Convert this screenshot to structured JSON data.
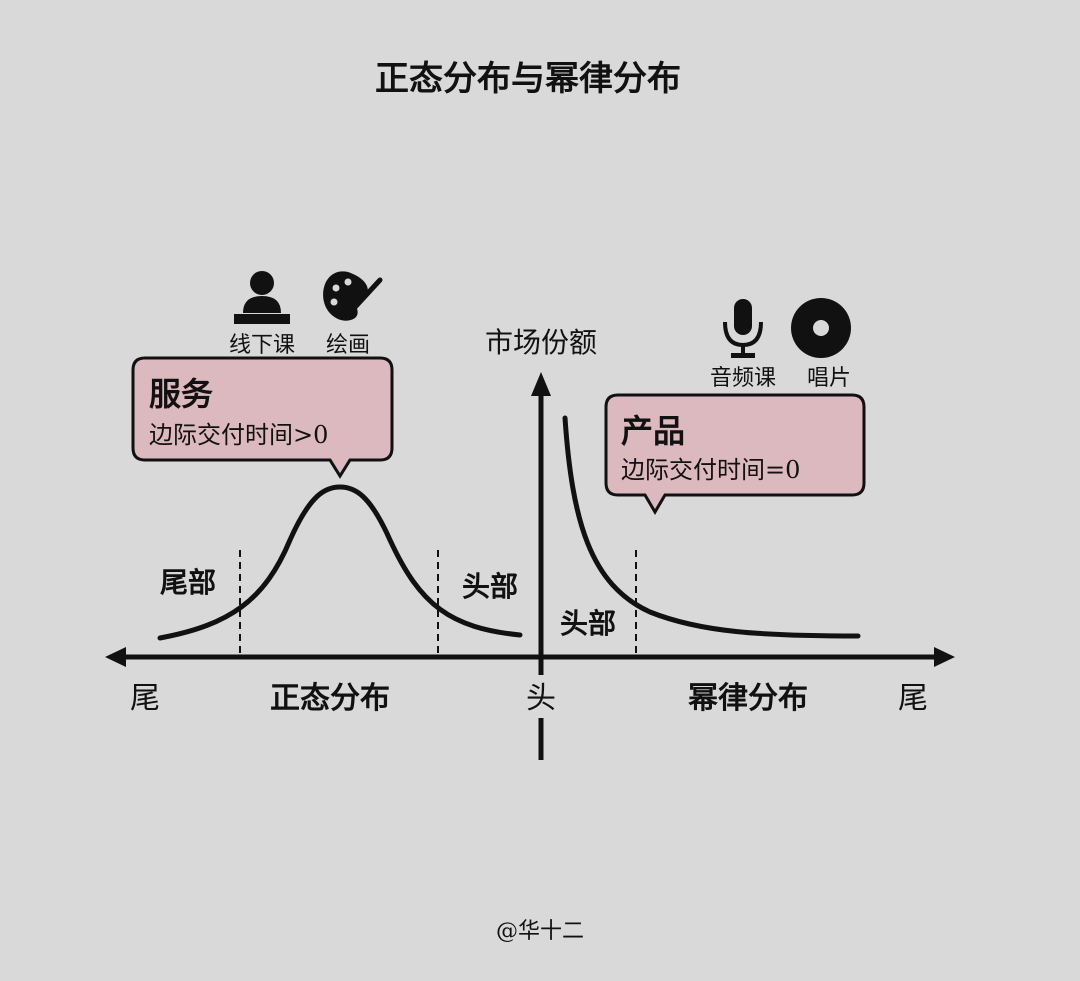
{
  "title": "正态分布与幂律分布",
  "y_axis_label": "市场份额",
  "x_axis": {
    "left_end": "尾",
    "center": "头",
    "right_end": "尾"
  },
  "normal": {
    "name": "正态分布",
    "tail_label": "尾部",
    "head_label": "头部",
    "bubble": {
      "title": "服务",
      "subtitle": "边际交付时间>0"
    },
    "icons": [
      {
        "icon": "teacher-lectern-icon",
        "label": "线下课"
      },
      {
        "icon": "palette-icon",
        "label": "绘画"
      }
    ]
  },
  "power": {
    "name": "幂律分布",
    "head_label": "头部",
    "bubble": {
      "title": "产品",
      "subtitle": "边际交付时间=0"
    },
    "icons": [
      {
        "icon": "microphone-icon",
        "label": "音频课"
      },
      {
        "icon": "vinyl-record-icon",
        "label": "唱片"
      }
    ]
  },
  "colors": {
    "background": "#d9d9d9",
    "bubble_fill": "#dcb8bf",
    "ink": "#111111"
  },
  "credit": "@华十二"
}
